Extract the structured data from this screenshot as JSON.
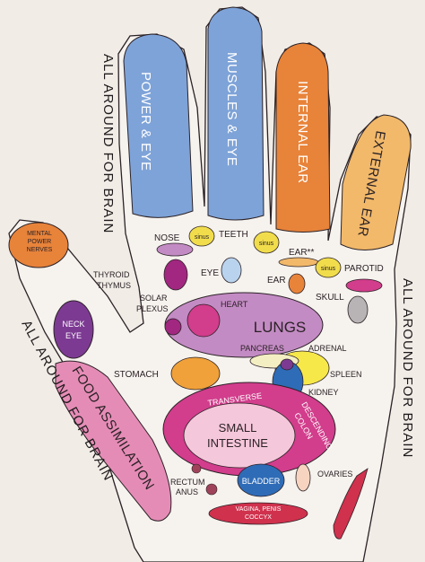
{
  "fingers": {
    "index": "POWER & EYE",
    "middle": "MUSCLES & EYE",
    "ring": "INTERNAL EAR",
    "pinky": "EXTERNAL EAR"
  },
  "thumb": {
    "tip": "MENTAL POWER NERVES",
    "neck_eye": "NECK EYE"
  },
  "side_labels": {
    "top_left": "ALL AROUND FOR BRAIN",
    "left": "ALL AROUND FOR BRAIN",
    "right": "ALL AROUND FOR BRAIN"
  },
  "food_assimilation": "FOOD ASSIMILATION",
  "labels": {
    "nose": "NOSE",
    "teeth": "TEETH",
    "ear_top": "EAR**",
    "sinus": "sinus",
    "parotid": "PAROTID",
    "thyroid": "THYROID",
    "thymus": "THYMUS",
    "eye": "EYE",
    "ear": "EAR",
    "skull": "SKULL",
    "solar_plexus_1": "SOLAR",
    "solar_plexus_2": "PLEXUS",
    "heart": "HEART",
    "lungs": "LUNGS",
    "pancreas": "PANCREAS",
    "adrenal": "ADRENAL",
    "stomach": "STOMACH",
    "spleen": "SPLEEN",
    "kidney": "KIDNEY",
    "transverse": "TRANSVERSE",
    "descending": "DESCENDING",
    "colon": "COLON",
    "small_intestine_1": "SMALL",
    "small_intestine_2": "INTESTINE",
    "ovaries": "OVARIES",
    "rectum": "RECTUM",
    "anus": "ANUS",
    "bladder": "BLADDER",
    "vagina_1": "VAGINA, PENIS",
    "vagina_2": "COCCYX"
  },
  "colors": {
    "background": "#f1ece6",
    "index": "#7ea3d8",
    "middle": "#7ea3d8",
    "ring": "#e8833a",
    "pinky": "#f2b96a",
    "sinus": "#f1dd4c",
    "lungs": "#c38bc4",
    "magenta": "#d23d8c",
    "purple": "#7d3a93",
    "blue": "#2f6cb7",
    "orange": "#f0a13a",
    "yellow": "#f7e84a",
    "red": "#d0314d"
  }
}
